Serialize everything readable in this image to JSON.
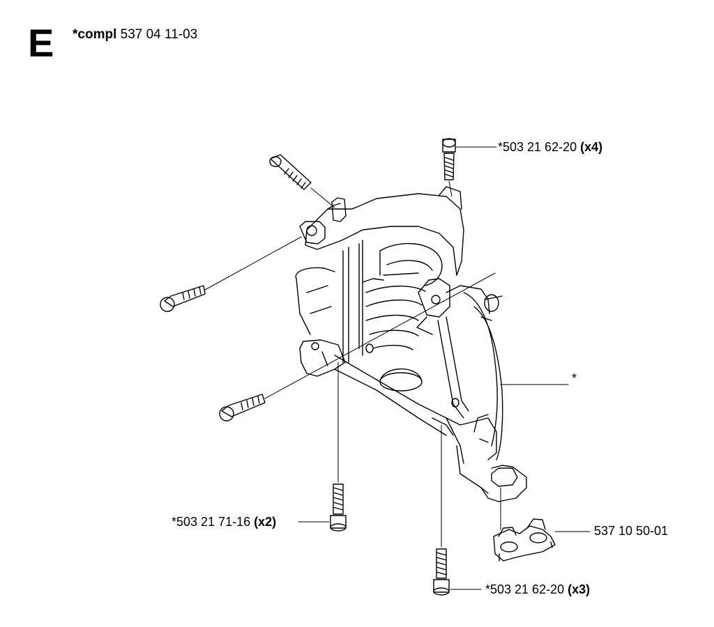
{
  "header": {
    "section_letter": "E",
    "assembly_prefix": "*compl",
    "assembly_number": "537 04 11-03"
  },
  "callouts": {
    "screw_top_right": {
      "part": "*503 21 62-20",
      "qty": "(x4)"
    },
    "crankcase": {
      "part": "*"
    },
    "screw_bottom_left": {
      "part": "*503 21 71-16",
      "qty": "(x2)"
    },
    "clip_nut": {
      "part": "537 10 50-01"
    },
    "screw_bottom_center": {
      "part": "*503 21 62-20",
      "qty": "(x3)"
    }
  }
}
